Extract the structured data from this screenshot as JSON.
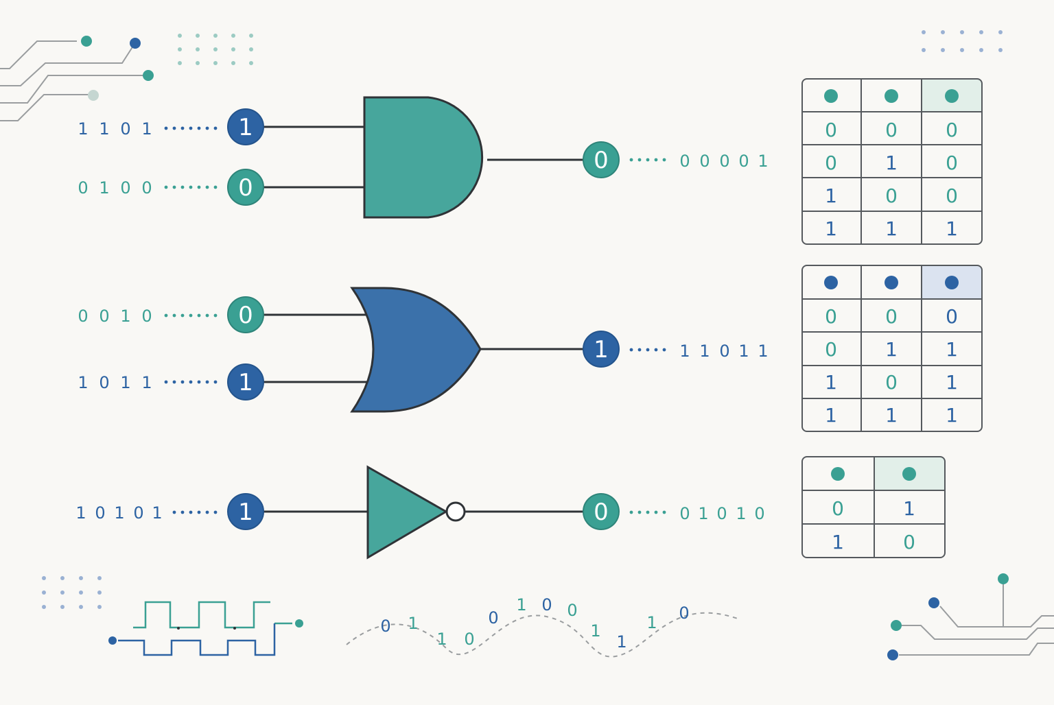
{
  "colors": {
    "teal": "#3aa093",
    "teal_fill": "#47a69c",
    "blue": "#2d63a3",
    "blue_fill": "#3b71aa",
    "stroke": "#2f3337",
    "grid": "#55595d",
    "teal_header": "#e2efe9",
    "blue_header": "#dbe3f0",
    "circuit_gray": "#9a9d9f",
    "dot_teal": "#9ccbc3",
    "dot_blue": "#9ab1d3"
  },
  "gates": [
    {
      "type": "AND",
      "color": "teal",
      "inputs": [
        {
          "bit": "1",
          "color": "blue",
          "stream": [
            "1",
            "1",
            "0",
            "1"
          ],
          "stream_color": "blue"
        },
        {
          "bit": "0",
          "color": "teal",
          "stream": [
            "0",
            "1",
            "0",
            "0"
          ],
          "stream_color": "teal"
        }
      ],
      "output": {
        "bit": "0",
        "color": "teal",
        "stream": [
          "0",
          "0",
          "0",
          "0",
          "1"
        ],
        "stream_color": "teal"
      }
    },
    {
      "type": "OR",
      "color": "blue",
      "inputs": [
        {
          "bit": "0",
          "color": "teal",
          "stream": [
            "0",
            "0",
            "1",
            "0"
          ],
          "stream_color": "teal"
        },
        {
          "bit": "1",
          "color": "blue",
          "stream": [
            "1",
            "0",
            "1",
            "1"
          ],
          "stream_color": "blue"
        }
      ],
      "output": {
        "bit": "1",
        "color": "blue",
        "stream": [
          "1",
          "1",
          "0",
          "1",
          "1"
        ],
        "stream_color": "blue"
      }
    },
    {
      "type": "NOT",
      "color": "teal",
      "inputs": [
        {
          "bit": "1",
          "color": "blue",
          "stream": [
            "1",
            "0",
            "1",
            "0",
            "1"
          ],
          "stream_color": "blue"
        }
      ],
      "output": {
        "bit": "0",
        "color": "teal",
        "stream": [
          "0",
          "1",
          "0",
          "1",
          "0"
        ],
        "stream_color": "teal"
      }
    }
  ],
  "truth_tables": [
    {
      "gate": "AND",
      "header_color": "teal",
      "rows": [
        [
          "0",
          "0",
          "0"
        ],
        [
          "0",
          "1",
          "0"
        ],
        [
          "1",
          "0",
          "0"
        ],
        [
          "1",
          "1",
          "1"
        ]
      ]
    },
    {
      "gate": "OR",
      "header_color": "blue",
      "rows": [
        [
          "0",
          "0",
          "0"
        ],
        [
          "0",
          "1",
          "1"
        ],
        [
          "1",
          "0",
          "1"
        ],
        [
          "1",
          "1",
          "1"
        ]
      ]
    },
    {
      "gate": "NOT",
      "header_color": "teal",
      "rows": [
        [
          "0",
          "1"
        ],
        [
          "1",
          "0"
        ]
      ]
    }
  ],
  "scattered_bits": [
    "0",
    "1",
    "1",
    "0",
    "0",
    "1",
    "0",
    "0",
    "1",
    "1",
    "1",
    "0"
  ]
}
